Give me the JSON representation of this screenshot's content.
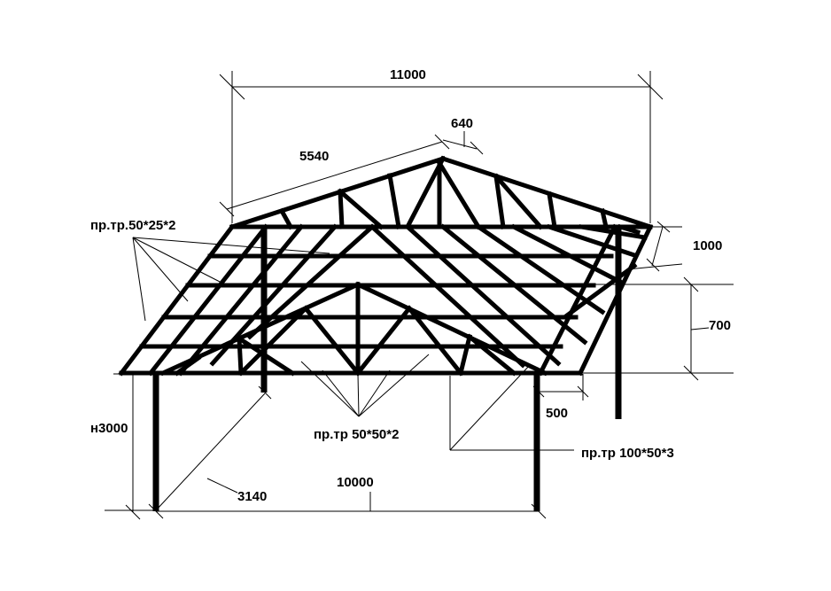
{
  "colors": {
    "background": "#ffffff",
    "ink": "#000000"
  },
  "dimensions": {
    "overall_width": "11000",
    "ridge_offset": "640",
    "rafter_length": "5540",
    "overhang": "1000",
    "truss_height": "700",
    "post_offset": "500",
    "post_height": "н3000",
    "post_spacing": "10000",
    "diagonal": "3140"
  },
  "profiles": {
    "top_chord": "пр.тр.50*25*2",
    "web": "пр.тр 50*50*2",
    "main_beam": "пр.тр 100*50*3"
  }
}
